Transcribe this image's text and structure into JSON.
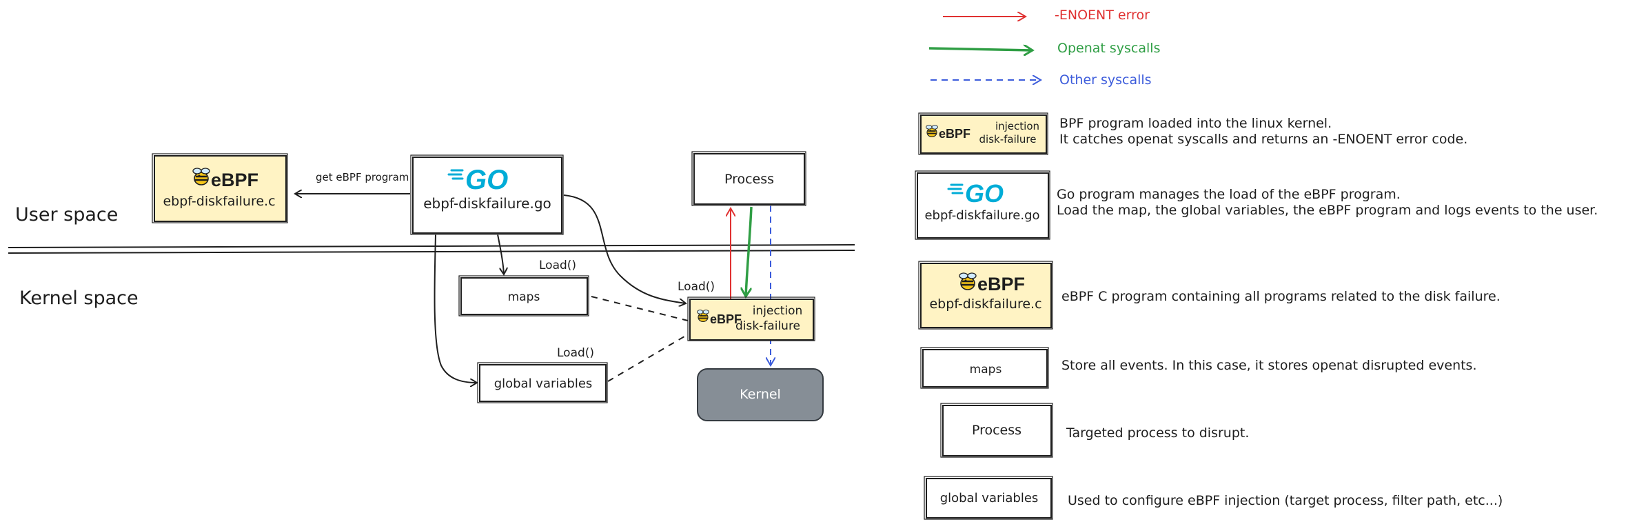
{
  "diagram": {
    "zones": {
      "user_space": "User space",
      "kernel_space": "Kernel space"
    },
    "nodes": {
      "ebpf_source": {
        "logo": "eBPF",
        "label": "ebpf-diskfailure.c"
      },
      "go_program": {
        "logo": "GO",
        "label": "ebpf-diskfailure.go"
      },
      "process": {
        "label": "Process"
      },
      "maps": {
        "label": "maps"
      },
      "global_variables": {
        "label": "global variables"
      },
      "injection": {
        "logo": "eBPF",
        "label_line1": "injection",
        "label_line2": "disk-failure"
      },
      "kernel": {
        "label": "Kernel"
      }
    },
    "edge_labels": {
      "get_program": "get eBPF program",
      "load_maps": "Load()",
      "load_injection": "Load()",
      "load_globals": "Load()"
    }
  },
  "legend": {
    "arrows": [
      {
        "label": "-ENOENT error",
        "color": "#e03131",
        "style": "solid"
      },
      {
        "label": "Openat syscalls",
        "color": "#2f9e44",
        "style": "solid"
      },
      {
        "label": "Other syscalls",
        "color": "#3b5bdb",
        "style": "dashed"
      }
    ],
    "items": [
      {
        "key": "injection",
        "line1": "BPF program loaded into the linux kernel.",
        "line2": "It catches openat syscalls and returns an -ENOENT error code."
      },
      {
        "key": "go",
        "line1": "Go program manages the load of the eBPF program.",
        "line2": "Load the map, the global variables, the eBPF program and logs events to the user."
      },
      {
        "key": "ebpf_c",
        "line1": "eBPF C program containing all programs related to the disk failure.",
        "line2": ""
      },
      {
        "key": "maps",
        "line1": "Store all events. In this case, it stores openat disrupted events.",
        "line2": ""
      },
      {
        "key": "process",
        "line1": "Targeted process to disrupt.",
        "line2": ""
      },
      {
        "key": "global_variables",
        "line1": "Used to configure eBPF injection (target process, filter path, etc...)",
        "line2": ""
      }
    ]
  },
  "colors": {
    "ebpf_fill": "#fff3c4",
    "kernel_fill": "#868e96",
    "go_blue": "#00acd7",
    "bee_yellow": "#f5c518"
  }
}
